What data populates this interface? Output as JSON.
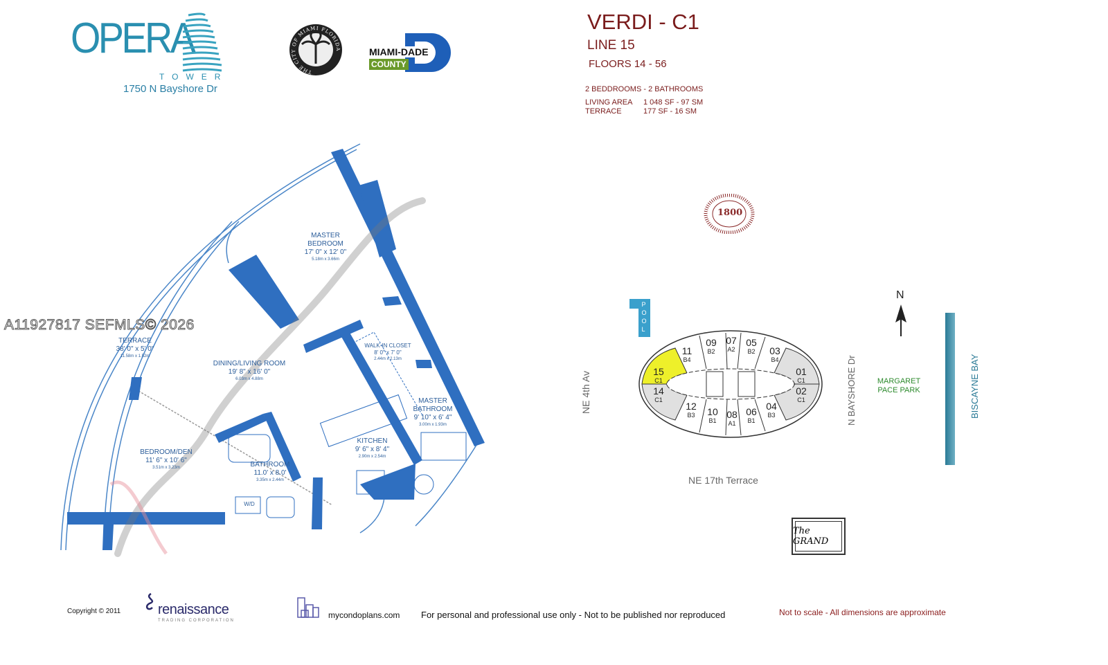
{
  "header": {
    "building_name": "OPERA",
    "building_subtitle": "TOWER",
    "address": "1750 N Bayshore Dr",
    "city_seal_text": "THE CITY OF MIAMI FLORIDA",
    "county_logo_line1": "MIAMI-DADE",
    "county_logo_line2": "COUNTY"
  },
  "unit": {
    "title": "VERDI - C1",
    "line": "LINE 15",
    "floors": "FLOORS 14 - 56",
    "bedrooms": "2 BEDDROOMS - 2 BATHROOMS",
    "living_area_label": "LIVING AREA",
    "living_area_value": "1 048 SF - 97 SM",
    "terrace_label": "TERRACE",
    "terrace_value": "177 SF - 16 SM"
  },
  "watermark": "A11927817  SEFMLS© 2026",
  "rooms": [
    {
      "name": "MASTER BEDROOM",
      "dims": "17' 0\" x 12' 0\"",
      "metric": "5.18m x 3.66m"
    },
    {
      "name": "TERRACE",
      "dims": "38' 0\" x 5' 0\"",
      "metric": "11.58m x 1.52m"
    },
    {
      "name": "WALK-IN CLOSET",
      "dims": "8' 0\" x 7' 0\"",
      "metric": "2.44m x 2.13m"
    },
    {
      "name": "DINING/LIVING ROOM",
      "dims": "19' 8\" x 16' 0\"",
      "metric": "6.03m x 4.88m"
    },
    {
      "name": "MASTER BATHROOM",
      "dims": "9' 10\" x 6' 4\"",
      "metric": "3.00m x 1.93m"
    },
    {
      "name": "BEDROOM/DEN",
      "dims": "11' 6\" x 10' 6\"",
      "metric": "3.51m x 3.23m"
    },
    {
      "name": "KITCHEN",
      "dims": "9' 6\" x 8' 4\"",
      "metric": "2.90m x 2.54m"
    },
    {
      "name": "BATHROOM",
      "dims": "11.0' x 8.0'",
      "metric": "3.35m x 2.44m"
    },
    {
      "name": "W/D",
      "dims": "",
      "metric": ""
    }
  ],
  "site": {
    "club_badge": "1800",
    "pool": "POOL",
    "north": "N",
    "streets": {
      "west": "NE 4th Av",
      "south": "NE 17th Terrace",
      "east": "N BAYSHORE Dr"
    },
    "park": "MARGARET PACE PARK",
    "bay": "BISCAYNE BAY",
    "grand_logo": "The GRAND",
    "highlight_color": "#eef02a",
    "units_top": [
      {
        "num": "11",
        "type": "B4"
      },
      {
        "num": "09",
        "type": "B2"
      },
      {
        "num": "07",
        "type": "A2"
      },
      {
        "num": "05",
        "type": "B2"
      },
      {
        "num": "03",
        "type": "B4"
      }
    ],
    "units_bottom": [
      {
        "num": "12",
        "type": "B3"
      },
      {
        "num": "10",
        "type": "B1"
      },
      {
        "num": "08",
        "type": "A1"
      },
      {
        "num": "06",
        "type": "B1"
      },
      {
        "num": "04",
        "type": "B3"
      }
    ],
    "units_ends": [
      {
        "num": "15",
        "type": "C1",
        "highlight": true
      },
      {
        "num": "14",
        "type": "C1"
      },
      {
        "num": "01",
        "type": "C1"
      },
      {
        "num": "02",
        "type": "C1"
      }
    ]
  },
  "footer": {
    "copyright": "Copyright ©  2011",
    "renaissance": "renaissance",
    "renaissance_sub": "TRADING CORPORATION",
    "site": "mycondoplans.com",
    "disclaimer": "For personal and professional use only - Not to be published nor reproduced",
    "scale_note": "Not to scale - All dimensions are approximate"
  }
}
